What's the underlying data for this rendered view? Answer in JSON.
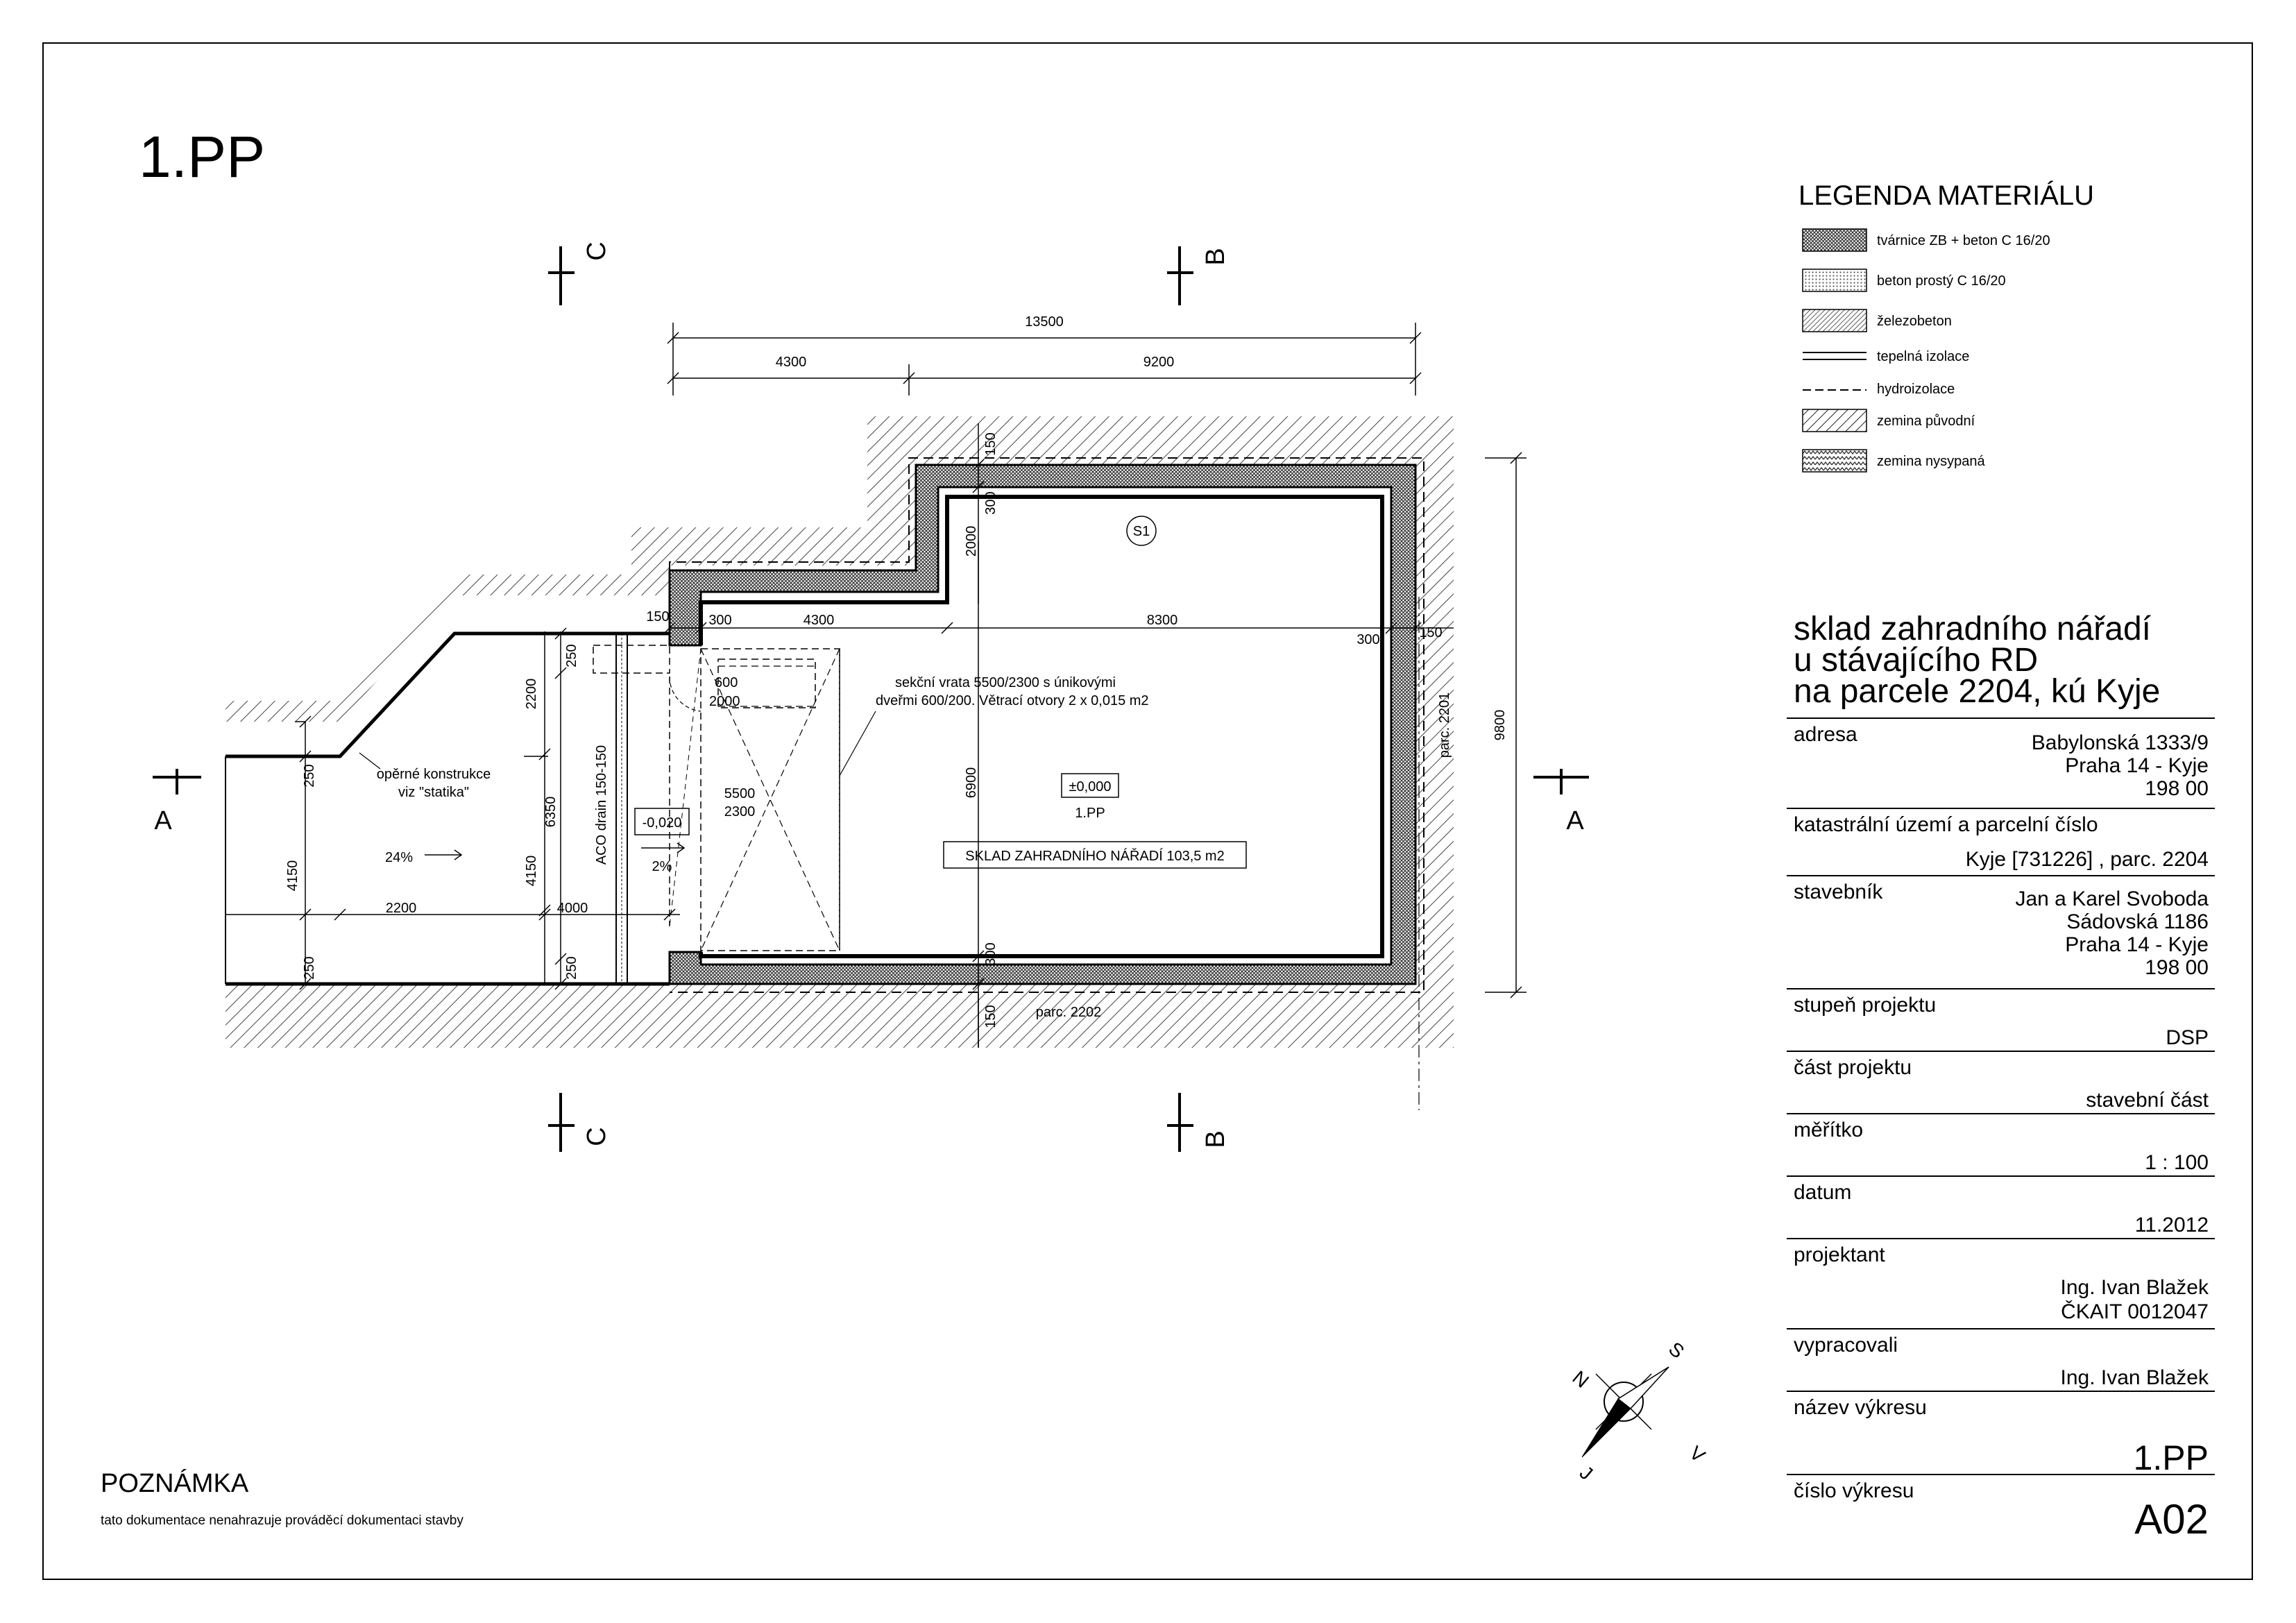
{
  "sheet_title": "1.PP",
  "legend": {
    "title": "LEGENDA MATERIÁLU",
    "items": [
      {
        "label": "tvárnice ZB + beton C 16/20",
        "pattern": "crosshatch-dense"
      },
      {
        "label": "beton prostý C 16/20",
        "pattern": "dots"
      },
      {
        "label": "železobeton",
        "pattern": "hatch-dense"
      },
      {
        "label": "tepelná izolace",
        "pattern": "double-line"
      },
      {
        "label": "hydroizolace",
        "pattern": "dashed-line"
      },
      {
        "label": "zemina původní",
        "pattern": "hatch-diagonal"
      },
      {
        "label": "zemina nysypaná",
        "pattern": "zigzag"
      }
    ]
  },
  "title_block": {
    "project_title": [
      "sklad zahradního nářadí",
      "u stávajícího RD",
      "na parcele 2204, kú Kyje"
    ],
    "rows": [
      {
        "label": "adresa",
        "value": [
          "Babylonská 1333/9",
          "Praha 14 - Kyje",
          "198 00"
        ]
      },
      {
        "label": "katastrální území a parcelní číslo",
        "value": [
          "Kyje [731226] , parc. 2204"
        ]
      },
      {
        "label": "stavebník",
        "value": [
          "Jan a Karel Svoboda",
          "Sádovská 1186",
          "Praha 14 - Kyje",
          "198 00"
        ]
      },
      {
        "label": "stupeň projektu",
        "value": [
          "DSP"
        ]
      },
      {
        "label": "část projektu",
        "value": [
          "stavební část"
        ]
      },
      {
        "label": "měřítko",
        "value": [
          "1 : 100"
        ]
      },
      {
        "label": "datum",
        "value": [
          "11.2012"
        ]
      },
      {
        "label": "projektant",
        "value": [
          "Ing. Ivan Blažek",
          "ČKAIT 0012047"
        ]
      },
      {
        "label": "vypracovali",
        "value": [
          "Ing. Ivan Blažek"
        ]
      },
      {
        "label": "název výkresu",
        "value": [
          "1.PP"
        ]
      },
      {
        "label": "číslo výkresu",
        "value": [
          "A02"
        ]
      }
    ]
  },
  "note": {
    "title": "POZNÁMKA",
    "text": "tato dokumentace nenahrazuje prováděcí dokumentaci stavby"
  },
  "plan": {
    "sections": {
      "a": "A",
      "b": "B",
      "c": "C"
    },
    "marker_s1": "S1",
    "dims": {
      "total_top": "13500",
      "top_left": "4300",
      "top_right": "9200",
      "right_total": "9800",
      "wall_150_top": "150",
      "wall_300_top": "300",
      "d_2000": "2000",
      "d_150_left": "150",
      "d_300_left": "300",
      "d_4300_inner": "4300",
      "d_8300": "8300",
      "d_300_right": "300",
      "d_150_right": "150",
      "d_6900": "6900",
      "d_300_bottom": "300",
      "d_150_bottom": "150",
      "d_250_top": "250",
      "d_2200_v": "2200",
      "d_6350": "6350",
      "d_4150_right": "4150",
      "d_250_bot": "250",
      "d_250_l1": "250",
      "d_4150_left": "4150",
      "d_250_l2": "250",
      "d_2200_h": "2200",
      "d_4000": "4000"
    },
    "labels": {
      "door_600": "600",
      "door_2000": "2000",
      "gate_note_1": "sekční vrata 5500/2300 s únikovými",
      "gate_note_2": "dveřmi 600/200. Větrací otvory 2 x 0,015 m2",
      "gate_5500": "5500",
      "gate_2300": "2300",
      "level_zero": "±0,000",
      "level_floor": "1.PP",
      "room_name": "SKLAD ZAHRADNÍHO NÁŘADÍ 103,5 m2",
      "level_minus": "-0,020",
      "slope_2": "2%",
      "aco_drain": "ACO drain 150-150",
      "retaining_1": "opěrné konstrukce",
      "retaining_2": "viz \"statika\"",
      "slope_24": "24%",
      "parc_2201": "parc. 2201",
      "parc_2202": "parc. 2202"
    },
    "compass": {
      "n": "N",
      "s": "S",
      "j": "J",
      "v": "V"
    }
  }
}
